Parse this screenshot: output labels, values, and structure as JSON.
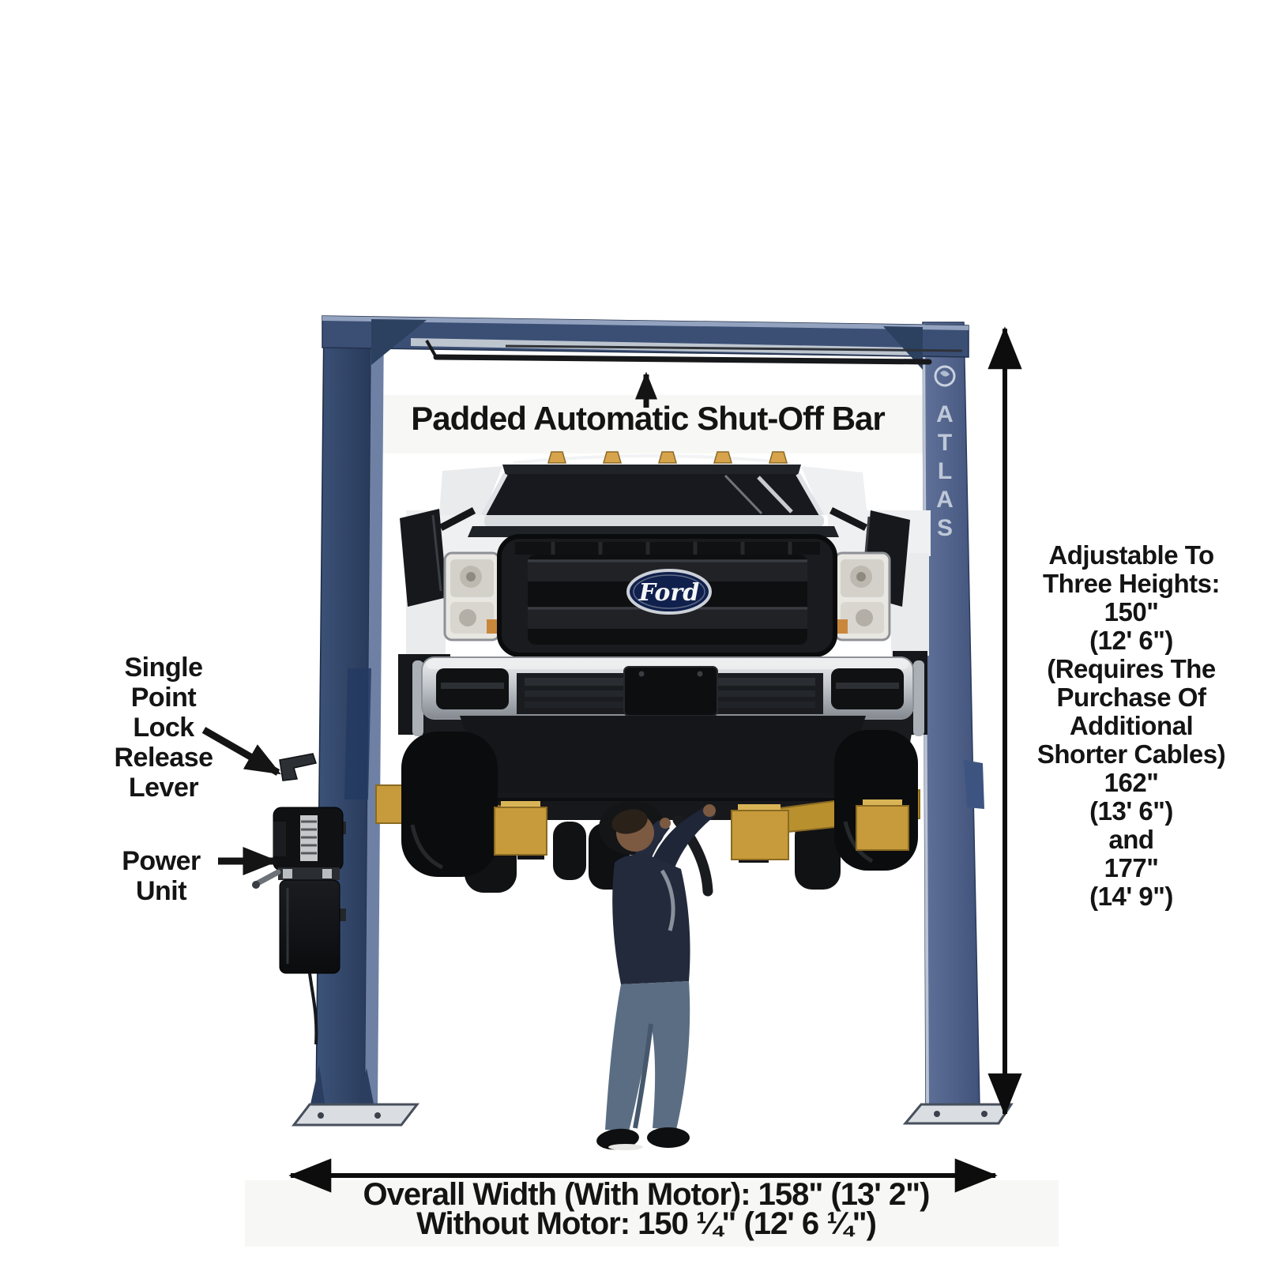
{
  "labels": {
    "shutoff": "Padded Automatic Shut-Off Bar",
    "lock_release_lines": [
      "Single",
      "Point",
      "Lock",
      "Release",
      "Lever"
    ],
    "power_unit_lines": [
      "Power",
      "Unit"
    ],
    "height_lines": [
      "Adjustable To",
      "Three Heights:",
      "150\"",
      "(12' 6\")",
      "(Requires The",
      "Purchase Of",
      "Additional",
      "Shorter Cables)",
      "162\"",
      "(13' 6\")",
      "and",
      "177\"",
      "(14' 9\")"
    ],
    "width_line1": "Overall Width (With Motor): 158\" (13' 2\")",
    "width_line2": "Without Motor: 150 ¼\" (12' 6 ¼\")"
  },
  "brand": {
    "name_letters": [
      "A",
      "T",
      "L",
      "A",
      "S"
    ],
    "truck_badge": "Ford"
  },
  "colors": {
    "post_navy": "#31456b",
    "arm_yellow": "#c79b3b",
    "annotation_black": "#141414",
    "chrome": "#c6c9ce",
    "ford_blue": "#10204d"
  }
}
